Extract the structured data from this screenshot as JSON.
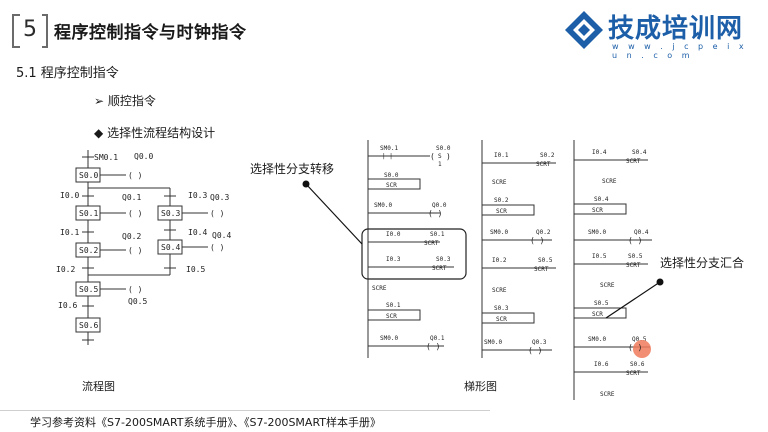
{
  "header": {
    "number": "5",
    "title": "程序控制指令与时钟指令"
  },
  "logo": {
    "name": "技成培训网",
    "url": "w w w . j c p e i x u n . c o m"
  },
  "section": {
    "title": "5.1 程序控制指令"
  },
  "bullets": [
    {
      "marker": "➢",
      "text": "顺控指令"
    },
    {
      "marker": "◆",
      "text": "选择性流程结构设计"
    }
  ],
  "callouts": {
    "branch_transfer": "选择性分支转移",
    "branch_merge": "选择性分支汇合"
  },
  "captions": {
    "flowchart": "流程图",
    "ladder": "梯形图"
  },
  "footer": "学习参考资料《S7-200SMART系统手册》、《S7-200SMART样本手册》",
  "flowchart": {
    "steps": [
      "S0.0",
      "S0.1",
      "S0.3",
      "S0.2",
      "S0.4",
      "S0.5",
      "S0.6"
    ],
    "transitions": [
      "SM0.1",
      "I0.0",
      "I0.3",
      "I0.1",
      "I0.4",
      "I0.2",
      "I0.5",
      "I0.6"
    ],
    "outputs": [
      "Q0.0",
      "Q0.1",
      "Q0.3",
      "Q0.2",
      "Q0.4",
      "Q0.5"
    ]
  },
  "ladder": {
    "col1": [
      "SM0.1",
      "S0.0",
      "S",
      "1",
      "S0.0",
      "SCR",
      "SM0.0",
      "Q0.0",
      "I0.0",
      "S0.1",
      "SCRT",
      "I0.3",
      "S0.3",
      "SCRT",
      "SCRE",
      "S0.1",
      "SCR",
      "SM0.0",
      "Q0.1"
    ],
    "col2": [
      "I0.1",
      "S0.2",
      "SCRT",
      "SCRE",
      "S0.2",
      "SCR",
      "SM0.0",
      "Q0.2",
      "I0.2",
      "S0.5",
      "SCRT",
      "SCRE",
      "S0.3",
      "SCR",
      "SM0.0",
      "Q0.3"
    ],
    "col3": [
      "I0.4",
      "S0.4",
      "SCRT",
      "SCRE",
      "S0.4",
      "SCR",
      "SM0.0",
      "Q0.4",
      "I0.5",
      "S0.5",
      "SCRT",
      "SCRE",
      "S0.5",
      "SCR",
      "SM0.0",
      "Q0.5",
      "I0.6",
      "S0.6",
      "SCRT",
      "SCRE"
    ]
  },
  "colors": {
    "accent": "#1c5ea8",
    "highlight": "#f07a5a"
  }
}
